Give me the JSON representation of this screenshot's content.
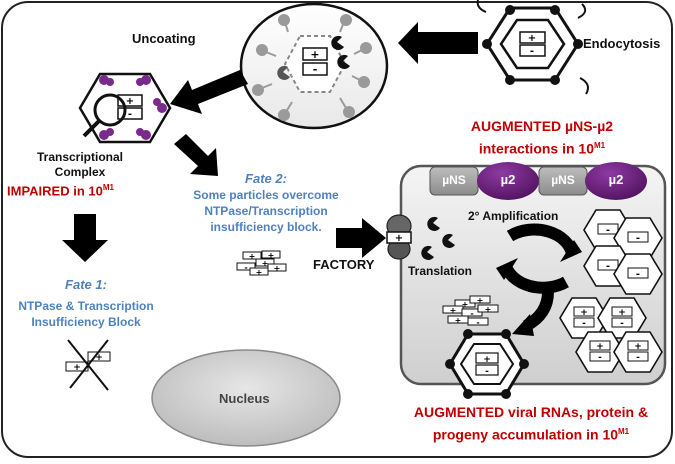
{
  "labels": {
    "uncoating": "Uncoating",
    "endocytosis": "Endocytosis",
    "transcriptional_line1": "Transcriptional",
    "transcriptional_line2": "Complex",
    "impaired": "IMPAIRED in 10",
    "impaired_sup": "M1",
    "fate2_title": "Fate 2:",
    "fate2_line1": "Some particles overcome",
    "fate2_line2": "NTPase/Transcription",
    "fate2_line3": "insufficiency block.",
    "fate1_title": "Fate 1:",
    "fate1_line1": "NTPase & Transcription",
    "fate1_line2": "Insufficiency Block",
    "factory": "FACTORY",
    "nucleus": "Nucleus",
    "augmented_top_line1": "AUGMENTED µNS-µ2",
    "augmented_top_line2": "interactions in 10",
    "augmented_top_sup": "M1",
    "amplification": "2° Amplification",
    "translation": "Translation",
    "augmented_bottom_line1": "AUGMENTED viral RNAs, protein &",
    "augmented_bottom_line2": "progeny accumulation in 10",
    "augmented_bottom_sup": "M1"
  },
  "factory_proteins": [
    {
      "label": "µNS",
      "kind": "muNS"
    },
    {
      "label": "µ2",
      "kind": "mu2"
    },
    {
      "label": "µNS",
      "kind": "muNS"
    },
    {
      "label": "µ2",
      "kind": "mu2"
    }
  ],
  "segment_signs": {
    "plus": "+",
    "minus": "-"
  },
  "colors": {
    "red_text": "#c00000",
    "blue_text": "#4f81bd",
    "mu2": "#6a1f7a",
    "muNS": "#a6a6a6",
    "factory_fill": "#d9d9d9",
    "nucleus_fill": "#d0d0d0",
    "arrow": "#000000"
  }
}
